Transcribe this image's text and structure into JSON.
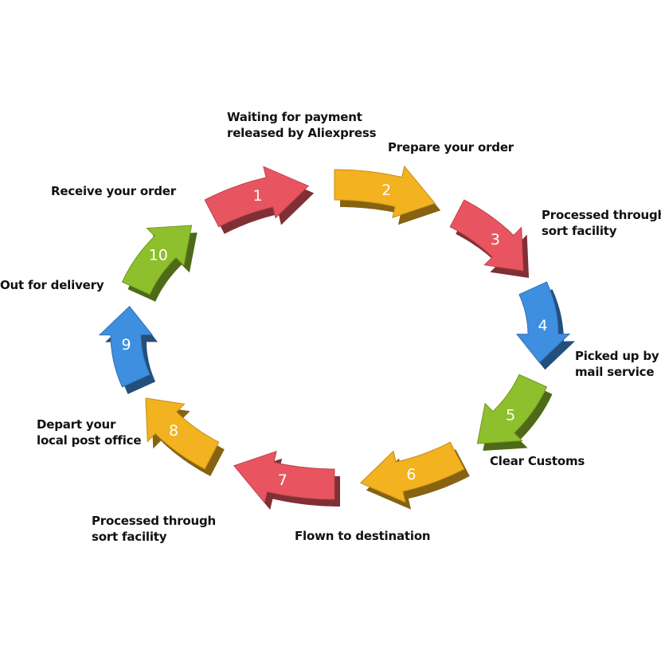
{
  "steps": [
    {
      "number": "1",
      "color": "#e85560",
      "lines": [
        "Receive your order"
      ]
    },
    {
      "number": "2",
      "color": "#f3b21f",
      "lines": [
        "Waiting for payment",
        "released by Aliexpress"
      ]
    },
    {
      "number": "3",
      "color": "#e85560",
      "lines": [
        "Prepare your order"
      ]
    },
    {
      "number": "4",
      "color": "#3f8fe0",
      "lines": [
        "Processed through",
        "sort facility"
      ]
    },
    {
      "number": "5",
      "color": "#8ebf2c",
      "lines": [
        "Picked up by",
        "mail service"
      ]
    },
    {
      "number": "6",
      "color": "#f3b21f",
      "lines": [
        "Clear Customs"
      ]
    },
    {
      "number": "7",
      "color": "#e85560",
      "lines": [
        "Flown to destination"
      ]
    },
    {
      "number": "8",
      "color": "#f3b21f",
      "lines": [
        "Processed through",
        "sort facility"
      ]
    },
    {
      "number": "9",
      "color": "#3f8fe0",
      "lines": [
        "Depart your",
        "local post office"
      ]
    },
    {
      "number": "10",
      "color": "#8ebf2c",
      "lines": [
        "Out for delivery"
      ]
    }
  ]
}
